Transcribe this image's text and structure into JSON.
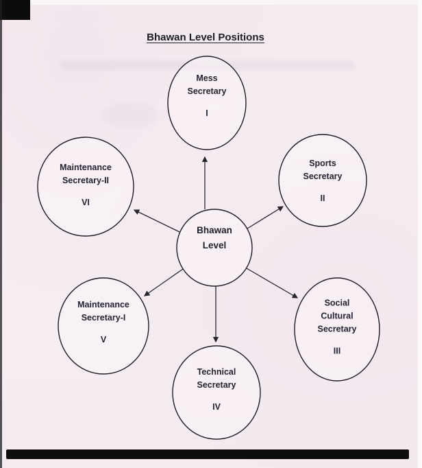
{
  "title": "Bhawan Level Positions",
  "diagram": {
    "center": {
      "line1": "Bhawan",
      "line2": "Level"
    },
    "nodes": [
      {
        "name": "mess-secretary",
        "line1": "Mess",
        "line2": "Secretary",
        "numeral": "I"
      },
      {
        "name": "sports-secretary",
        "line1": "Sports",
        "line2": "Secretary",
        "numeral": "II"
      },
      {
        "name": "social-cultural-secretary",
        "line1": "Social",
        "line2": "Cultural",
        "line3": "Secretary",
        "numeral": "III"
      },
      {
        "name": "technical-secretary",
        "line1": "Technical",
        "line2": "Secretary",
        "numeral": "IV"
      },
      {
        "name": "maintenance-secretary-1",
        "line1": "Maintenance",
        "line2": "Secretary-I",
        "numeral": "V"
      },
      {
        "name": "maintenance-secretary-2",
        "line1": "Maintenance",
        "line2": "Secretary-II",
        "numeral": "VI"
      }
    ]
  },
  "colors": {
    "ink": "#1c1c22",
    "paper": "#f5edf1"
  }
}
